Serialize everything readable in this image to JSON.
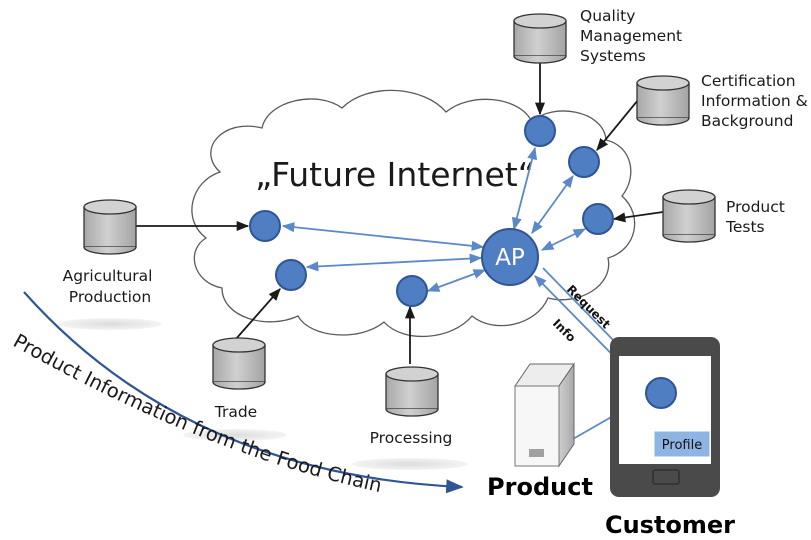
{
  "diagram": {
    "cloud_title": "„Future Internet“",
    "hub_label": "AP",
    "sources": {
      "quality": [
        "Quality",
        "Management",
        "Systems"
      ],
      "certification": [
        "Certification",
        "Information &",
        "Background"
      ],
      "tests": [
        "Product",
        "Tests"
      ],
      "agri": [
        "Agricultural",
        "Production"
      ],
      "trade": "Trade",
      "processing": "Processing"
    },
    "arrow_labels": {
      "request": "Request",
      "info": "Info"
    },
    "product_label": "Product",
    "customer_label": "Customer",
    "profile_label": "Profile",
    "food_chain_caption": "Product Information from the Food Chain"
  },
  "colors": {
    "node_fill": "#4f7ec2",
    "node_stroke": "#2f5597",
    "link_blue": "#5b88c7",
    "db_fill": "#bfbfbf",
    "phone_body": "#4a4a4a",
    "curve_line": "#2f5597"
  }
}
